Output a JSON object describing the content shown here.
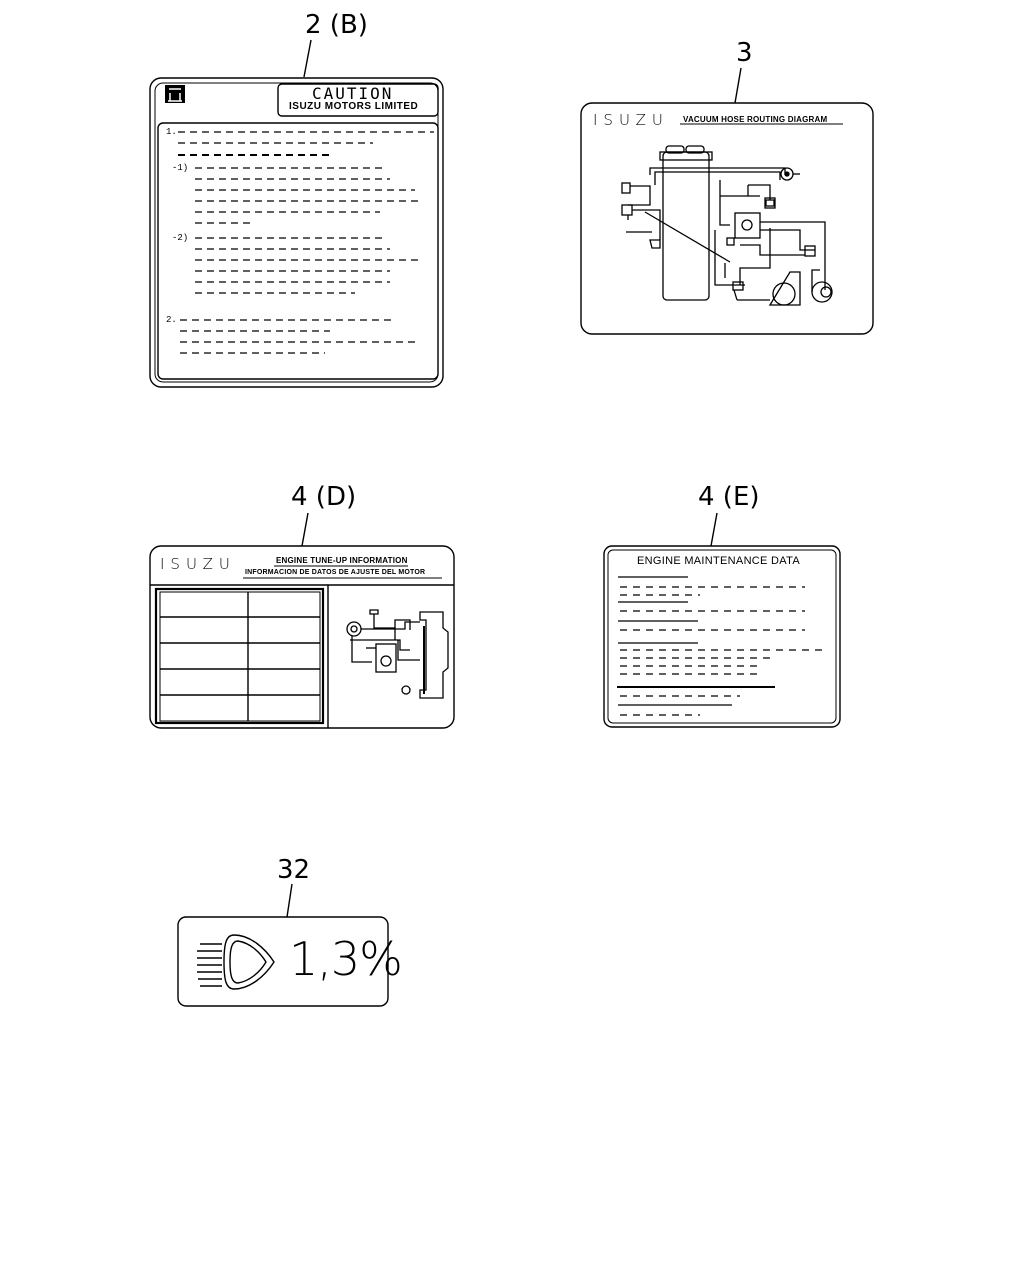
{
  "callouts": {
    "label_2b": "2 (B)",
    "label_3": "3",
    "label_4d": "4 (D)",
    "label_4e": "4 (E)",
    "label_32": "32"
  },
  "label_2b": {
    "title": "CAUTION",
    "subtitle": "ISUZU MOTORS LIMITED",
    "item1": "1.",
    "item1_sub1": "-1)",
    "item1_sub2": "-2)",
    "item2": "2."
  },
  "label_3": {
    "brand": "ISUZU",
    "title": "VACUUM HOSE ROUTING DIAGRAM"
  },
  "label_4d": {
    "brand": "ISUZU",
    "title_en": "ENGINE TUNE-UP INFORMATION",
    "title_es": "INFORMACION DE DATOS DE AJUSTE DEL MOTOR"
  },
  "label_4e": {
    "title": "ENGINE MAINTENANCE DATA"
  },
  "label_32": {
    "value": "1,3%",
    "icon": "headlamp-icon"
  }
}
